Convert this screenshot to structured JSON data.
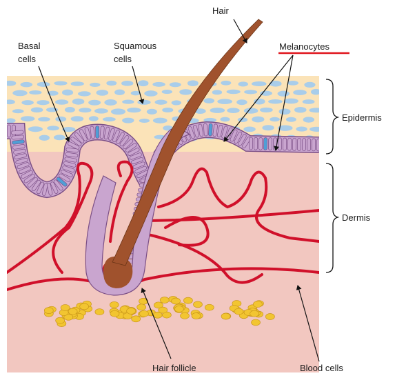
{
  "labels": {
    "hair": "Hair",
    "melanocytes": "Melanocytes",
    "basal_cells_line1": "Basal",
    "basal_cells_line2": "cells",
    "squamous_cells_line1": "Squamous",
    "squamous_cells_line2": "cells",
    "epidermis": "Epidermis",
    "dermis": "Dermis",
    "hair_follicle": "Hair follicle",
    "blood_cells": "Blood cells"
  },
  "colors": {
    "epidermis_fill": "#fbe3b8",
    "squamous_cell": "#a9cdea",
    "dermis_fill": "#f2c7c0",
    "basal_layer": "#c9a5cf",
    "basal_cell_outline": "#7b4f86",
    "melanocyte": "#4f9fd6",
    "hair": "#a0522d",
    "blood_vessel": "#d0102a",
    "fat": "#f2c531",
    "fat_outline": "#c9961a",
    "melanocytes_underline": "#e0141c",
    "pointer": "#111111"
  }
}
